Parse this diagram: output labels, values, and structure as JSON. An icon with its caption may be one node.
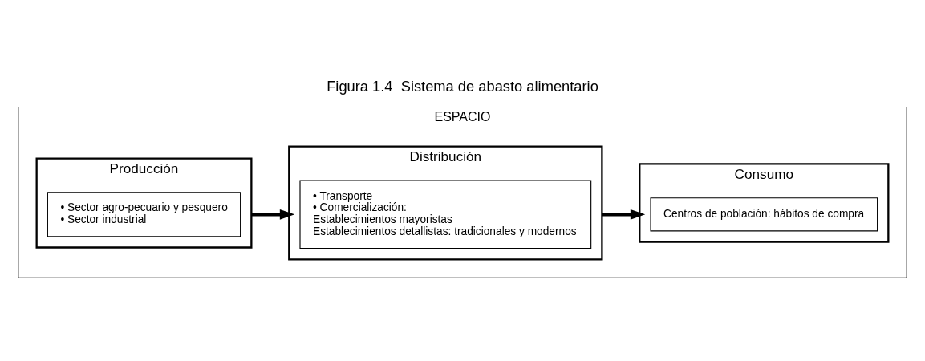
{
  "diagram": {
    "title": "Figura 1.4  Sistema de abasto alimentario",
    "nodes": [
      {
        "text": [
          "ESPACIO"
        ]
      },
      {
        "text": [
          "Producción"
        ],
        "in": 0
      },
      {
        "text": [
          "• Sector agro-pecuario y pesquero",
          "• Sector industrial"
        ],
        "in": 1
      },
      {
        "text": [
          "Distribución"
        ],
        "in": 0
      },
      {
        "text": [
          "• Transporte",
          "• Comercialización:",
          "Establecimientos mayoristas",
          "Establecimientos detallistas: tradicionales y modernos"
        ],
        "in": 3
      },
      {
        "text": [
          "Consumo"
        ],
        "in": 0
      },
      {
        "text": [
          "Centros de población: hábitos de compra"
        ],
        "in": 5
      }
    ],
    "edges": [
      {
        "from": 1,
        "to": 3,
        "arrow": "to"
      },
      {
        "from": 3,
        "to": 5,
        "arrow": "to"
      }
    ]
  }
}
